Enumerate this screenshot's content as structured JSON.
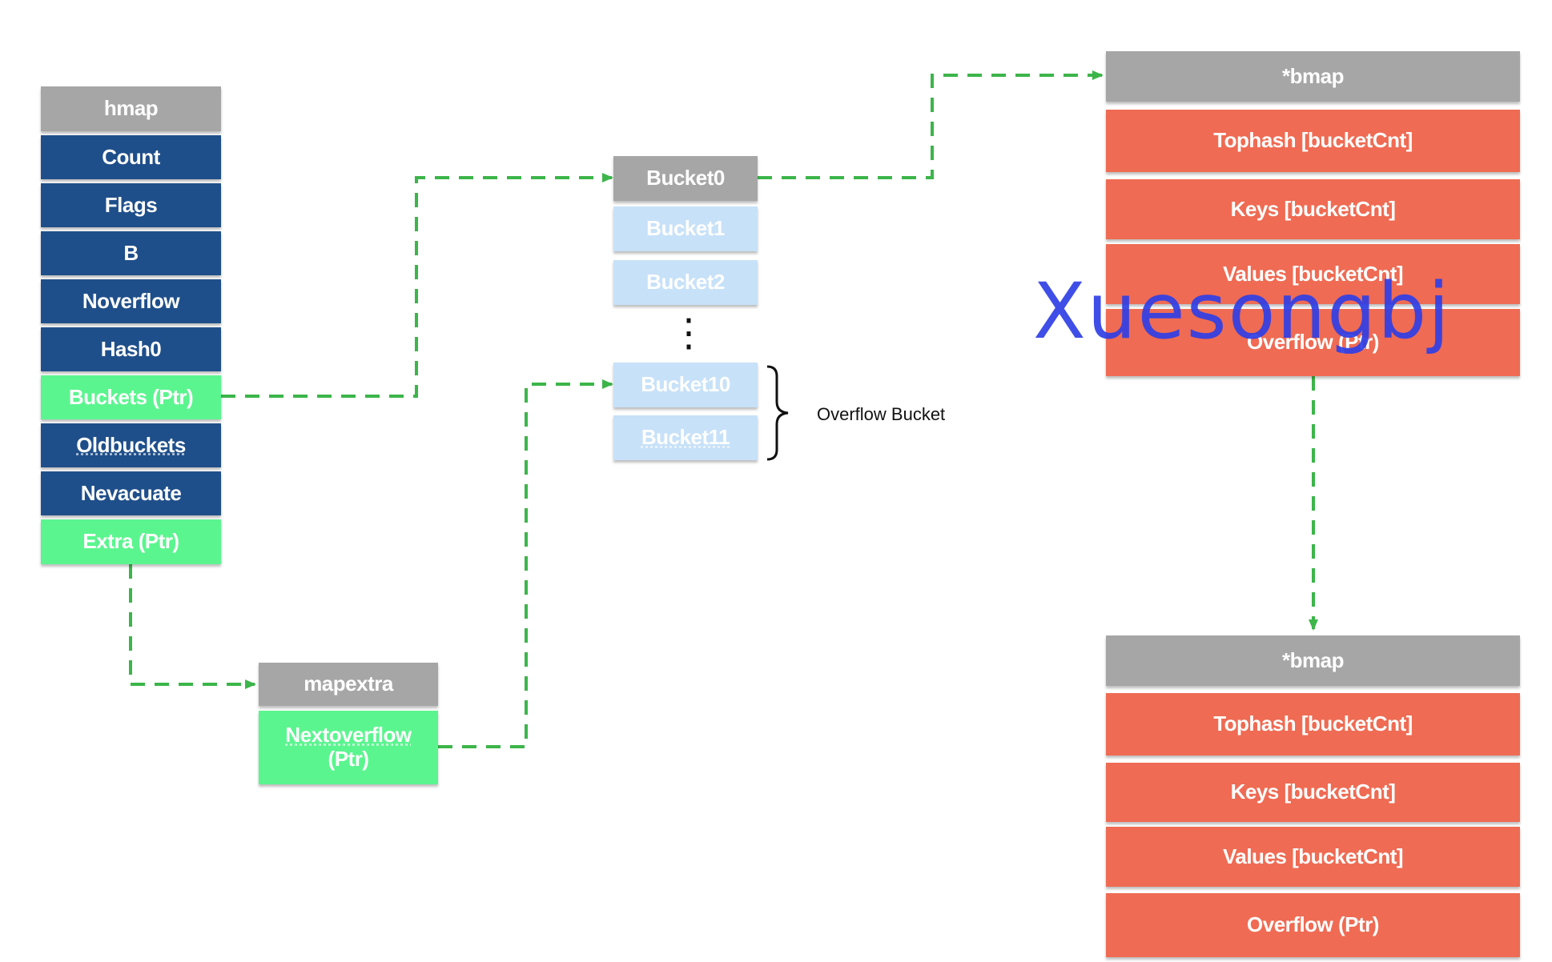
{
  "hmap": {
    "title": "hmap",
    "fields": [
      "Count",
      "Flags",
      "B",
      "Noverflow",
      "Hash0",
      "Buckets  (Ptr)",
      "Oldbuckets",
      "Nevacuate",
      "Extra  (Ptr)"
    ]
  },
  "mapextra": {
    "title": "mapextra",
    "field_line1": "Nextoverflow",
    "field_line2": "(Ptr)"
  },
  "buckets": {
    "items": [
      "Bucket0",
      "Bucket1",
      "Bucket2",
      "Bucket10",
      "Bucket11"
    ],
    "ellipsis": "⋮",
    "overflow_label": "Overflow Bucket"
  },
  "bmap_top": {
    "title": "*bmap",
    "fields": [
      "Tophash [bucketCnt]",
      "Keys [bucketCnt]",
      "Values [bucketCnt]",
      "Overflow  (Ptr)"
    ]
  },
  "bmap_bottom": {
    "title": "*bmap",
    "fields": [
      "Tophash [bucketCnt]",
      "Keys [bucketCnt]",
      "Values [bucketCnt]",
      "Overflow  (Ptr)"
    ]
  },
  "watermark": "Xuesongbj",
  "colors": {
    "header_gray": "#a6a6a6",
    "field_navy": "#1f4f8a",
    "pointer_green": "#5bf58f",
    "bucket_lightblue": "#c7e1f8",
    "bmap_red": "#ef6b53",
    "arrow_green": "#3cb54a",
    "watermark_blue": "#2f3fe6"
  }
}
